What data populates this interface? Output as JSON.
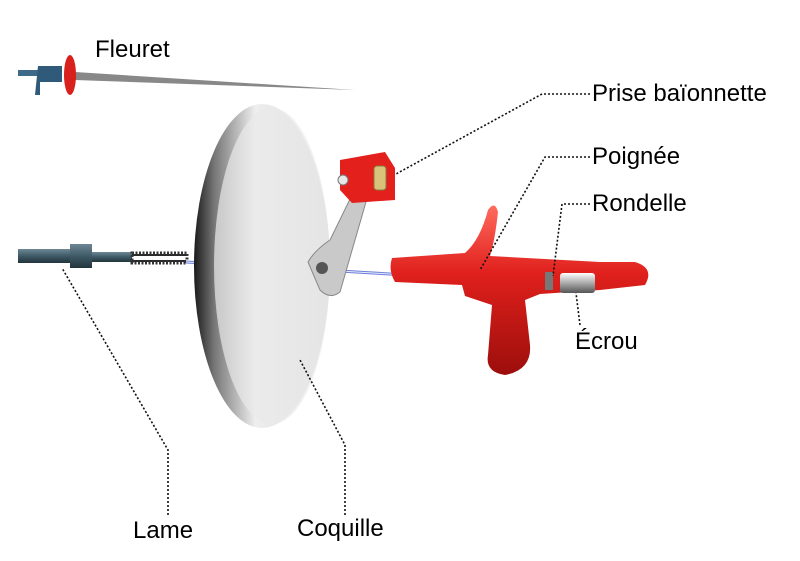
{
  "title_label": "Fleuret",
  "labels": {
    "prise": "Prise baïonnette",
    "poignee": "Poignée",
    "rondelle": "Rondelle",
    "ecrou": "Écrou",
    "lame": "Lame",
    "coquille": "Coquille"
  },
  "colors": {
    "grip": "#e0201c",
    "blade": "#3e5a66",
    "shell": "#e6e6e6",
    "wire": "#6b7fd8"
  }
}
